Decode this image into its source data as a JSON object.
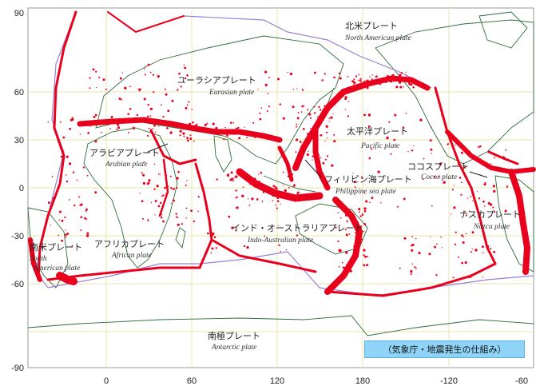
{
  "axes": {
    "y_ticks": [
      "90",
      "60",
      "30",
      "0",
      "-30",
      "-60",
      "-90"
    ],
    "x_ticks": [
      "0",
      "60",
      "120",
      "180",
      "-120",
      "-60"
    ]
  },
  "plates": [
    {
      "ja": "北米プレート",
      "en": "North American plate"
    },
    {
      "ja": "ユーラシアプレート",
      "en": "Eurasian plate"
    },
    {
      "ja": "太平洋プレート",
      "en": "Pacific plate"
    },
    {
      "ja": "アラビアプレート",
      "en": "Arabian plate"
    },
    {
      "ja": "ココスプレート",
      "en": "Cocos plate"
    },
    {
      "ja": "フィリピン海プレート",
      "en": "Philippine sea plate"
    },
    {
      "ja": "ナスカプレート",
      "en": "Nazca plate"
    },
    {
      "ja": "インド・オーストラリアプレート",
      "en": "Indo-Australian plate"
    },
    {
      "ja": "アフリカプレート",
      "en": "African plate"
    },
    {
      "ja": "南米プレート",
      "en": "South American plate"
    },
    {
      "ja": "南極プレート",
      "en": "Antarctic plate"
    }
  ],
  "source": "（気象庁・地震発生の仕組み）",
  "colors": {
    "quakes": "#e8001c",
    "boundary": "#9a7fd6",
    "coast": "#2f6b3c",
    "grid": "#e8e6a8",
    "source_bg": "#8fd3f6"
  }
}
